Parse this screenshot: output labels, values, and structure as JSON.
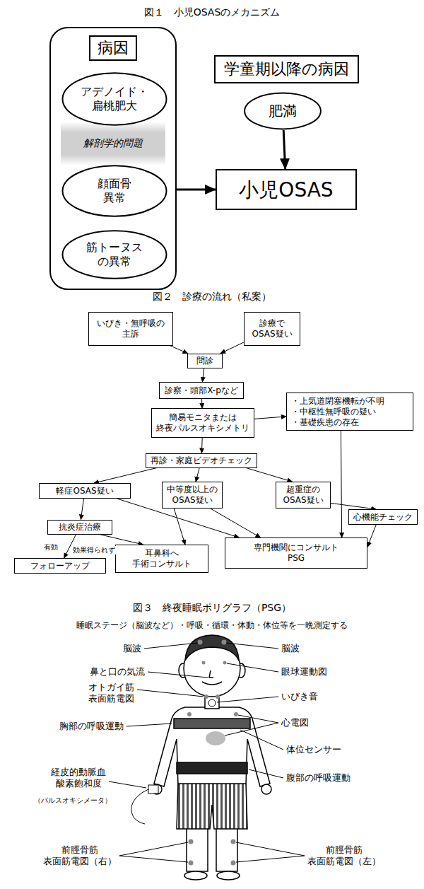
{
  "diagram": {
    "nodes": [
      {
        "text": [
          "病因"
        ]
      },
      {
        "text": [
          "アデノイド・ 扁桃肥大"
        ],
        "in": 0
      },
      {
        "text": [
          "顔面骨 異常"
        ],
        "in": 0
      },
      {
        "text": [
          "筋トーヌス の異常"
        ],
        "in": 0
      },
      {
        "text": [
          "学童期以降の病因"
        ]
      },
      {
        "text": [
          "肥満"
        ]
      },
      {
        "text": [
          "小児OSAS"
        ]
      },
      {
        "text": [
          "いびき・無呼吸の 主訴"
        ]
      },
      {
        "text": [
          "診療で OSAS疑い"
        ]
      },
      {
        "text": [
          "問診"
        ]
      },
      {
        "text": [
          "診察・頭部X-pなど"
        ]
      },
      {
        "text": [
          "簡易モニタまたは 終夜パルスオキシメトリ"
        ]
      },
      {
        "text": [
          "再診・家庭ビデオチェック"
        ]
      },
      {
        "text": [
          "・上気道閉塞機転が不明",
          "・中枢性無呼吸の疑い",
          "・基礎疾患の存在"
        ]
      },
      {
        "text": [
          "軽症OSAS疑い"
        ]
      },
      {
        "text": [
          "中等度以上の OSAS疑い"
        ]
      },
      {
        "text": [
          "超重症の OSAS疑い"
        ]
      },
      {
        "text": [
          "抗炎症治療"
        ]
      },
      {
        "text": [
          "フォローアップ"
        ]
      },
      {
        "text": [
          "耳鼻科へ 手術コンサルト"
        ]
      },
      {
        "text": [
          "専門機関にコンサルト PSG"
        ]
      },
      {
        "text": [
          "心機能チェック"
        ]
      }
    ],
    "edges": [
      {
        "from": 0,
        "to": 6,
        "arrow": "to"
      },
      {
        "from": 5,
        "to": 6,
        "arrow": "to"
      },
      {
        "from": 7,
        "to": 9,
        "arrow": "to"
      },
      {
        "from": 8,
        "to": 9,
        "arrow": "to"
      },
      {
        "from": 9,
        "to": 10,
        "arrow": "to"
      },
      {
        "from": 10,
        "to": 11,
        "arrow": "to"
      },
      {
        "from": 11,
        "to": 13,
        "arrow": "to"
      },
      {
        "from": 11,
        "to": 12,
        "arrow": "to"
      },
      {
        "from": 12,
        "to": 14,
        "arrow": "to"
      },
      {
        "from": 12,
        "to": 15,
        "arrow": "to"
      },
      {
        "from": 12,
        "to": 16,
        "arrow": "to"
      },
      {
        "from": 14,
        "to": 17,
        "arrow": "to"
      },
      {
        "from": 14,
        "to": 20,
        "arrow": "to"
      },
      {
        "from": 17,
        "to": 18,
        "label": "有効",
        "arrow": "to"
      },
      {
        "from": 17,
        "to": 19,
        "label": "効果得られず",
        "arrow": "to"
      },
      {
        "from": 15,
        "to": 19,
        "arrow": "to"
      },
      {
        "from": 15,
        "to": 20,
        "arrow": "to"
      },
      {
        "from": 16,
        "to": 21,
        "arrow": "to"
      },
      {
        "from": 21,
        "to": 20,
        "arrow": "to"
      },
      {
        "from": 13,
        "to": 20,
        "arrow": "to"
      }
    ],
    "labels": [
      "図１　小児OSASのメカニズム",
      "解剖学的問題",
      "図２　診療の流れ（私案）",
      "図３　終夜睡眠ポリグラフ（PSG）",
      "睡眠ステージ（脳波など）・呼吸・循環・体動・体位等を一晩測定する",
      "脳波",
      "脳波",
      "鼻と口の気流",
      "眼球運動図",
      "オトガイ筋 表面筋電図",
      "いびき音",
      "胸部の呼吸運動",
      "心電図",
      "体位センサー",
      "腹部の呼吸運動",
      "経皮的動脈血 酸素飽和度",
      "（パルスオキシメータ）",
      "前脛骨筋 表面筋電図（右）",
      "前脛骨筋 表面筋電図（左）"
    ]
  }
}
